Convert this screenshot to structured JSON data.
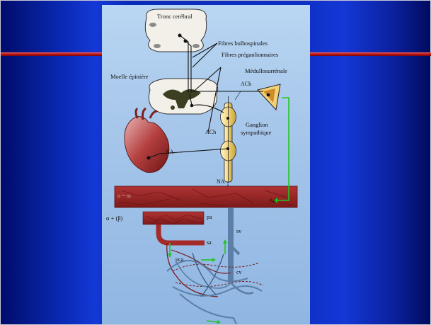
{
  "labels": {
    "tronc": "Tronc cerébral",
    "fibres_bulbo": "Fibres bulbospinales",
    "fibres_pregang": "Fibres préganlionnaires",
    "moelle": "Moelle épinière",
    "medullo": "Médullosurrénale",
    "ach_top": "ACh",
    "ach_mid": "ACh",
    "ganglion_1": "Ganglion",
    "ganglion_2": "sympathique",
    "na_heart": "NA",
    "na_mid": "NA",
    "ad": "Ad",
    "alpha_beta": "α + (β)",
    "pa": "pa",
    "sa": "sa",
    "sv": "sv",
    "cv": "cv",
    "pca": "pca",
    "muscle_faint": "α = m"
  },
  "colors": {
    "slide_blue": "#0a2bb8",
    "stripe_red": "#c41818",
    "panel_blue": "#a6c6ea",
    "vessel_red": "#a52a2a",
    "vein_blue": "#5b7fa6",
    "arrow_green": "#23c423",
    "ganglion_yellow": "#f1d27a"
  }
}
